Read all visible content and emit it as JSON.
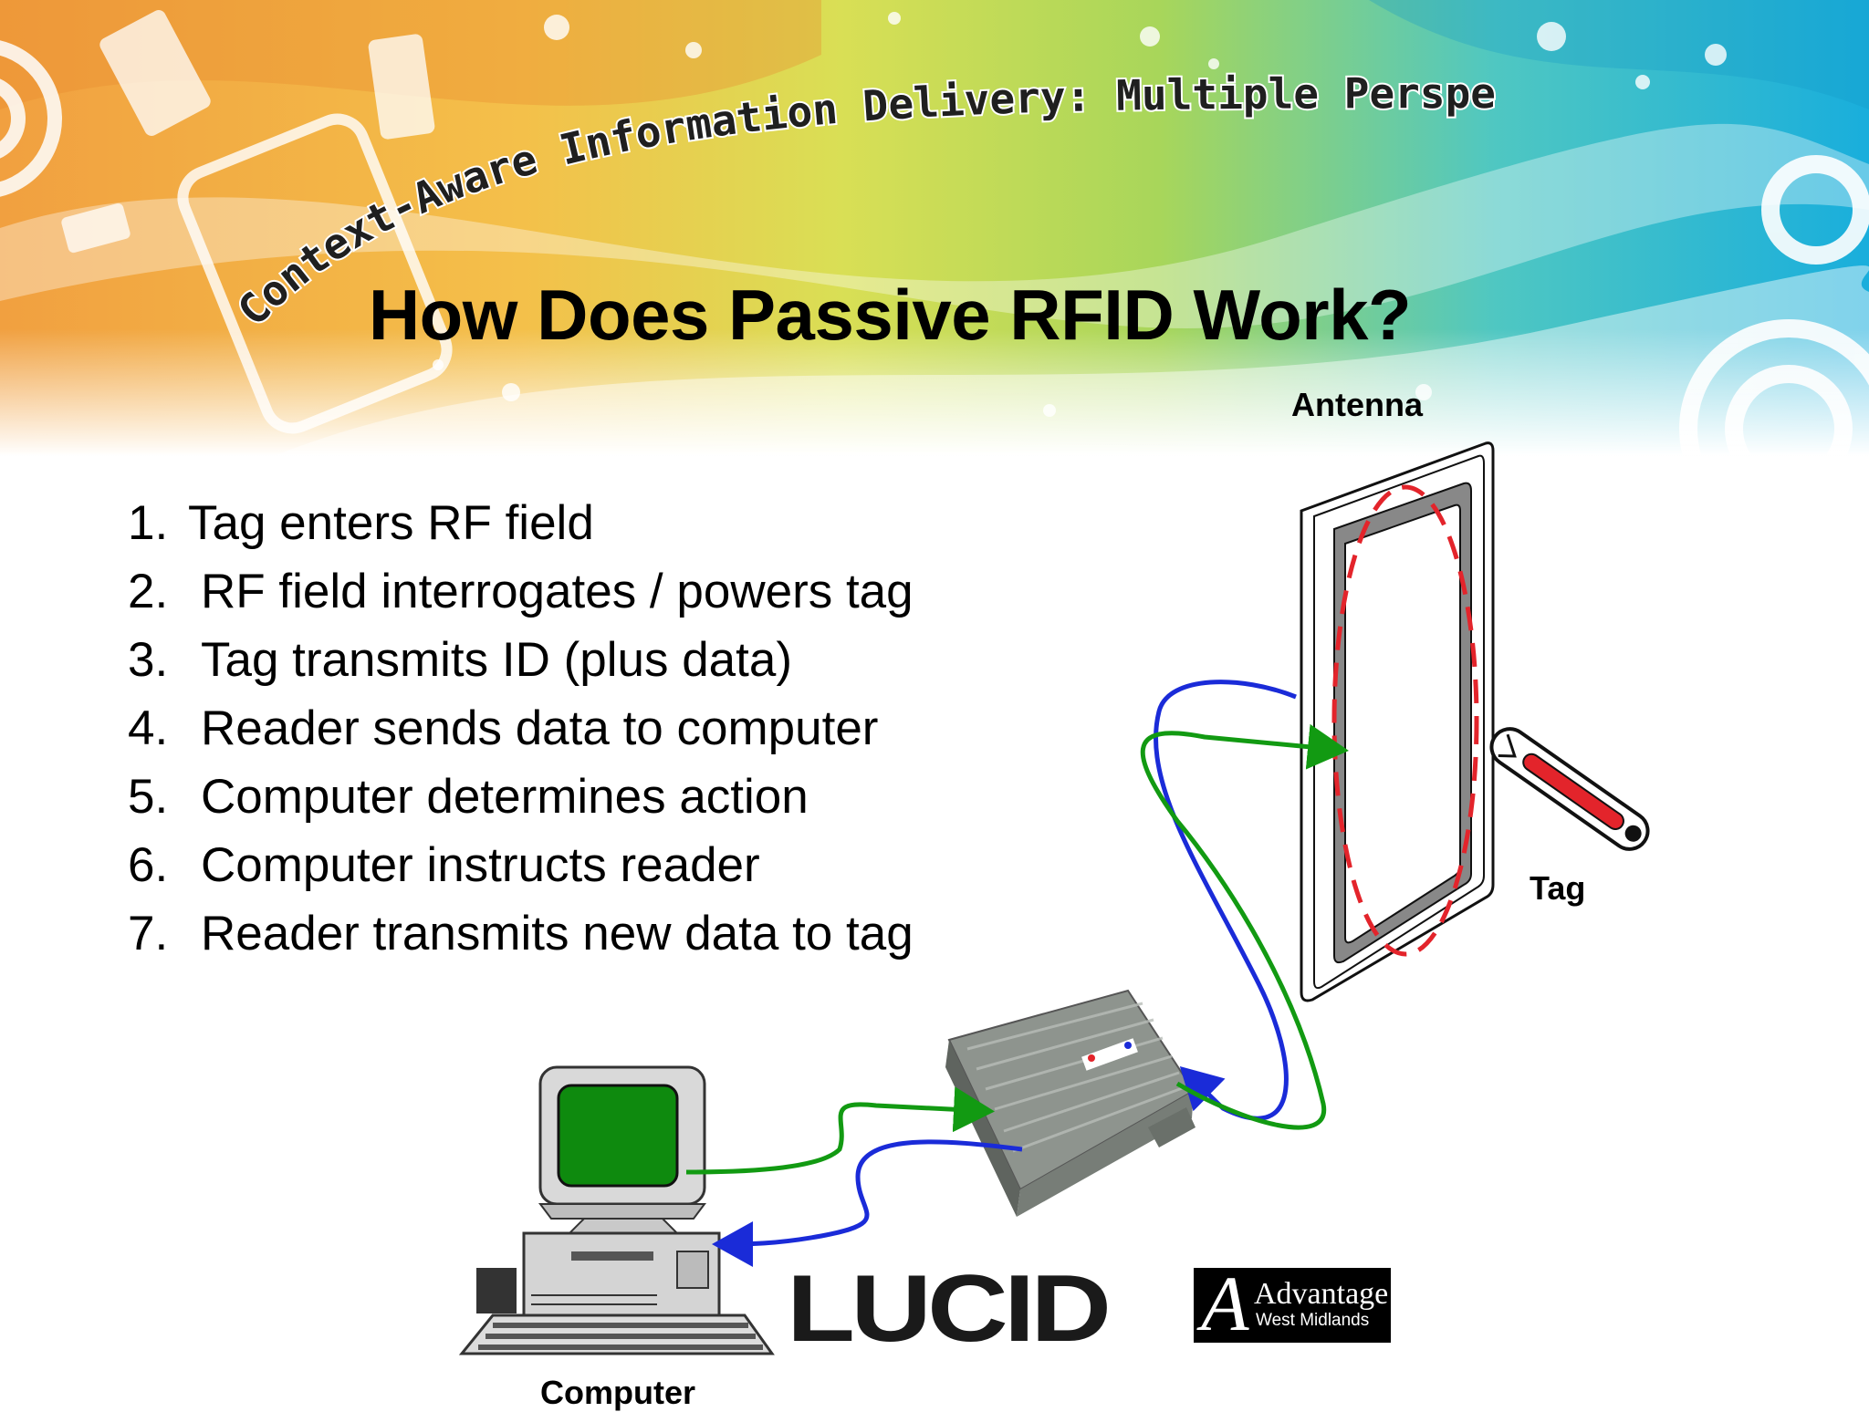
{
  "banner": {
    "arc_text": "Context-Aware Information Delivery: Multiple Perspectives"
  },
  "slide": {
    "title": "How Does Passive RFID Work?",
    "steps": [
      {
        "num": "1.",
        "text": "Tag enters RF field"
      },
      {
        "num": "2.",
        "text": "RF field interrogates / powers tag"
      },
      {
        "num": "3.",
        "text": "Tag transmits ID (plus data)"
      },
      {
        "num": "4.",
        "text": "Reader sends data to computer"
      },
      {
        "num": "5.",
        "text": "Computer determines action"
      },
      {
        "num": "6.",
        "text": "Computer instructs reader"
      },
      {
        "num": "7.",
        "text": "Reader transmits new data to tag"
      }
    ]
  },
  "diagram": {
    "labels": {
      "antenna": "Antenna",
      "tag": "Tag",
      "computer": "Computer"
    },
    "colors": {
      "send_arrow": "#129A12",
      "return_arrow": "#1A2BD8",
      "field": "#E3242B",
      "screen": "#0E8A0E"
    }
  },
  "logos": {
    "lucid": "LUCID",
    "advantage_line1": "Advantage",
    "advantage_line2": "West Midlands"
  }
}
